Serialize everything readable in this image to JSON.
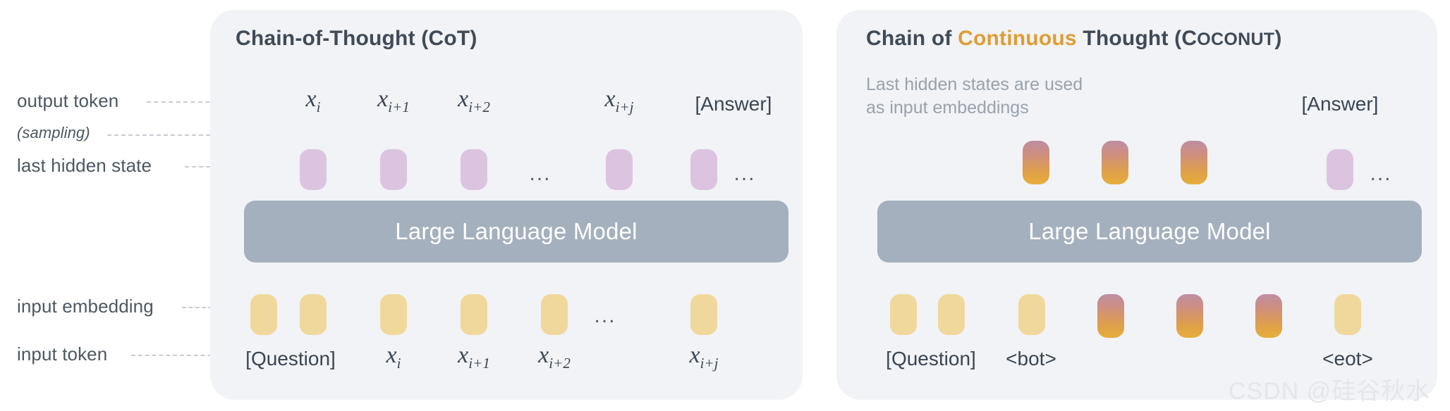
{
  "figure": {
    "watermark": "CSDN @硅谷秋水"
  },
  "axis_labels": [
    {
      "id": "output-token",
      "text": "output token",
      "style": "normal"
    },
    {
      "id": "sampling",
      "text": "(sampling)",
      "style": "italic"
    },
    {
      "id": "last-hidden-state",
      "text": "last hidden state",
      "style": "normal"
    },
    {
      "id": "input-embedding",
      "text": "input embedding",
      "style": "normal"
    },
    {
      "id": "input-token",
      "text": "input token",
      "style": "normal"
    }
  ],
  "colors": {
    "panel_background": "#f1f3f6",
    "llm_bar": "#a4b0bd",
    "hidden_state": "#dcc4e0",
    "input_embedding": "#f0d89c",
    "continuous_thought_top": "#bd8ea2",
    "continuous_thought_bottom": "#e6ae3c",
    "title_accent": "#e09c34",
    "text_primary": "#414b57",
    "text_muted": "#9aa2ad",
    "wire": "#c9ccd1"
  },
  "left_panel": {
    "title": "Chain-of-Thought (CoT)",
    "llm_label": "Large Language Model",
    "output_tokens": [
      "x_i",
      "x_{i+1}",
      "x_{i+2}",
      "x_{i+j}",
      "[Answer]"
    ],
    "output_token_display": [
      {
        "base": "x",
        "sub": "i"
      },
      {
        "base": "x",
        "sub": "i+1"
      },
      {
        "base": "x",
        "sub": "i+2"
      },
      {
        "base": "x",
        "sub": "i+j"
      },
      {
        "base": "[Answer]",
        "sub": ""
      }
    ],
    "output_ellipsis": [
      "...",
      "..."
    ],
    "hidden_state_count": 5,
    "embedding_count": 6,
    "input_tokens": [
      "[Question]",
      "x_i",
      "x_{i+1}",
      "x_{i+2}",
      "x_{i+j}"
    ],
    "input_token_display": [
      {
        "base": "[Question]",
        "sub": ""
      },
      {
        "base": "x",
        "sub": "i"
      },
      {
        "base": "x",
        "sub": "i+1"
      },
      {
        "base": "x",
        "sub": "i+2"
      },
      {
        "base": "x",
        "sub": "i+j"
      }
    ],
    "input_ellipsis": "..."
  },
  "right_panel": {
    "title_part1": "Chain of ",
    "title_accent": "Continuous",
    "title_part2": " Thought (",
    "title_smallcaps_cap": "C",
    "title_smallcaps_rest": "OCONUT",
    "title_part3": ")",
    "title_plain": "Chain of Continuous Thought (Coconut)",
    "note": "Last hidden states are used\nas input embeddings",
    "llm_label": "Large Language Model",
    "answer_token": "[Answer]",
    "answer_ellipsis": "...",
    "continuous_thought_count": 3,
    "input_tokens": [
      "[Question]",
      "<bot>",
      "<eot>"
    ],
    "embedding_count": 4,
    "continuous_embedding_count": 3
  }
}
